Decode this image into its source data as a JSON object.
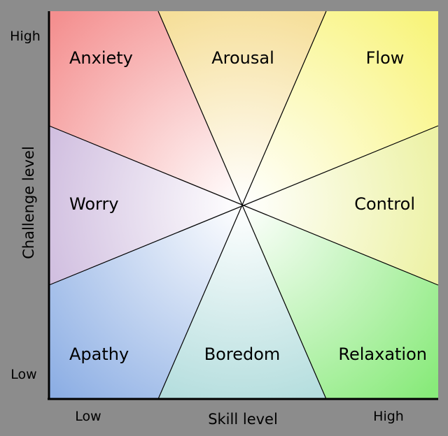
{
  "axes": {
    "y_label": "Challenge level",
    "x_label": "Skill level",
    "y_high": "High",
    "y_low": "Low",
    "x_low": "Low",
    "x_high": "High"
  },
  "regions": [
    {
      "key": "anxiety",
      "label": "Anxiety",
      "color": "#f48f8f"
    },
    {
      "key": "arousal",
      "label": "Arousal",
      "color": "#f6df9a"
    },
    {
      "key": "flow",
      "label": "Flow",
      "color": "#f8f47a"
    },
    {
      "key": "worry",
      "label": "Worry",
      "color": "#d1bfe0"
    },
    {
      "key": "control",
      "label": "Control",
      "color": "#edf2a6"
    },
    {
      "key": "apathy",
      "label": "Apathy",
      "color": "#8caee4"
    },
    {
      "key": "boredom",
      "label": "Boredom",
      "color": "#b5dede"
    },
    {
      "key": "relaxation",
      "label": "Relaxation",
      "color": "#88ea7a"
    }
  ],
  "center_color": "#ffffff"
}
